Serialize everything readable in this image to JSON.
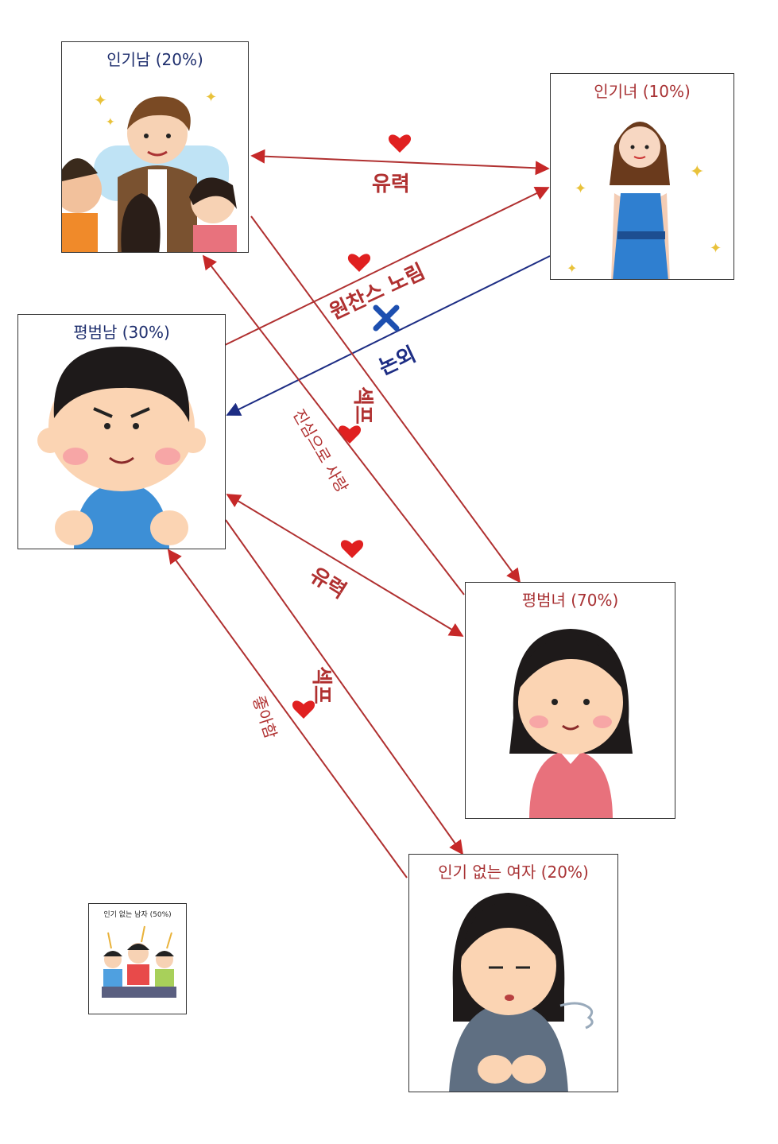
{
  "nodes": {
    "popular_man": {
      "label": "인기남 (20%)"
    },
    "popular_woman": {
      "label": "인기녀 (10%)"
    },
    "average_man": {
      "label": "평범남 (30%)"
    },
    "average_woman": {
      "label": "평범녀 (70%)"
    },
    "unpopular_woman": {
      "label": "인기 없는 여자 (20%)"
    },
    "unpopular_man": {
      "label": "인기 없는 남자 (50%)"
    }
  },
  "edges": {
    "pm_pw": "유력",
    "am_pw": "원찬스 노림",
    "pw_am": "논외",
    "pm_aw": "섹프",
    "aw_pm": "진심으로 사랑",
    "am_aw": "유력",
    "am_uw": "섹프",
    "uw_am": "좋아함"
  },
  "colors": {
    "arrow_red": "#b03030",
    "arrow_blue": "#1d2d84",
    "heart": "#e02020"
  }
}
